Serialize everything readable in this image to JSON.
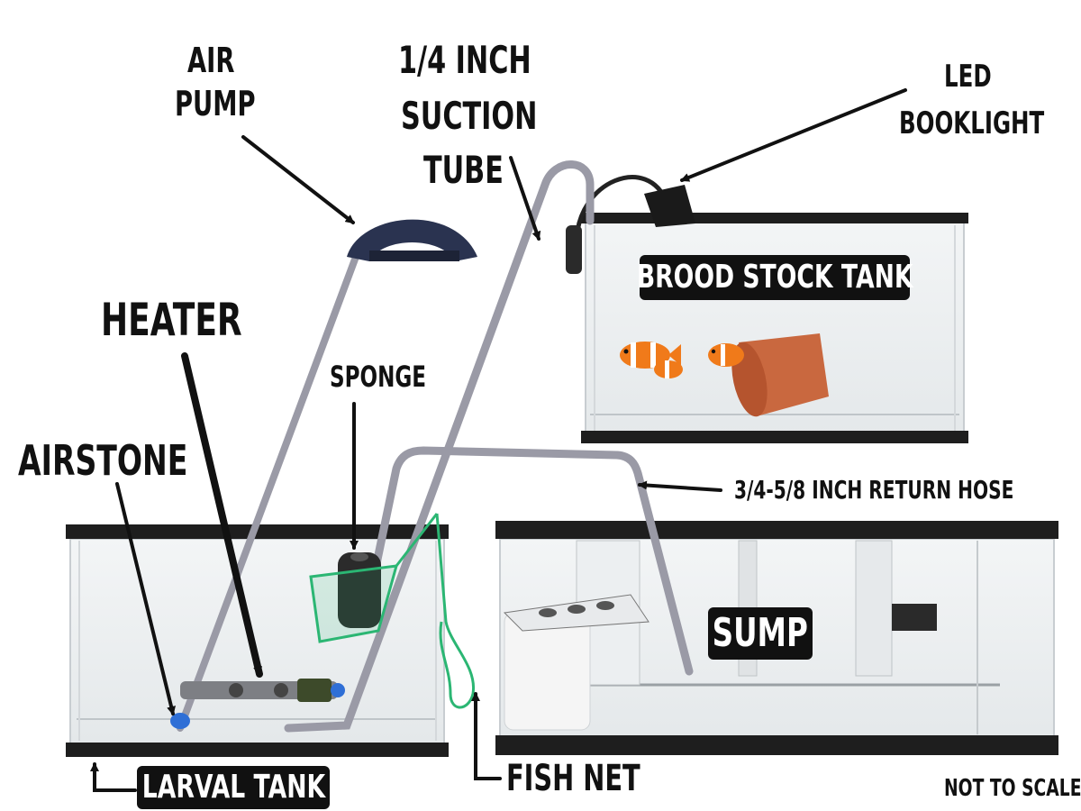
{
  "labels": {
    "air_pump_line1": "AIR",
    "air_pump_line2": "PUMP",
    "suction_line1": "1/4 INCH",
    "suction_line2": "SUCTION",
    "suction_line3": "TUBE",
    "led_line1": "LED",
    "led_line2": "BOOKLIGHT",
    "heater": "HEATER",
    "sponge": "SPONGE",
    "airstone": "AIRSTONE",
    "return_hose": "3/4-5/8 INCH RETURN HOSE",
    "fish_net": "FISH NET",
    "not_to_scale": "NOT TO SCALE"
  },
  "tanks": {
    "brood_stock": "BROOD STOCK TANK",
    "sump": "SUMP",
    "larval": "LARVAL TANK"
  },
  "colors": {
    "label_bg": "#111111",
    "label_text": "#ffffff",
    "tube": "#9a9aa6",
    "net": "#2bb673",
    "air_pump": "#2a3350",
    "clownfish": "#f07a1a",
    "pot": "#c9683f",
    "airstone": "#2f6fd6"
  },
  "icons": [
    "air-pump-icon",
    "heater-icon",
    "airstone-icon",
    "sponge-icon",
    "fish-net-icon",
    "led-booklight-icon",
    "clownfish-icon",
    "clay-pot-icon",
    "filter-sock-icon"
  ]
}
